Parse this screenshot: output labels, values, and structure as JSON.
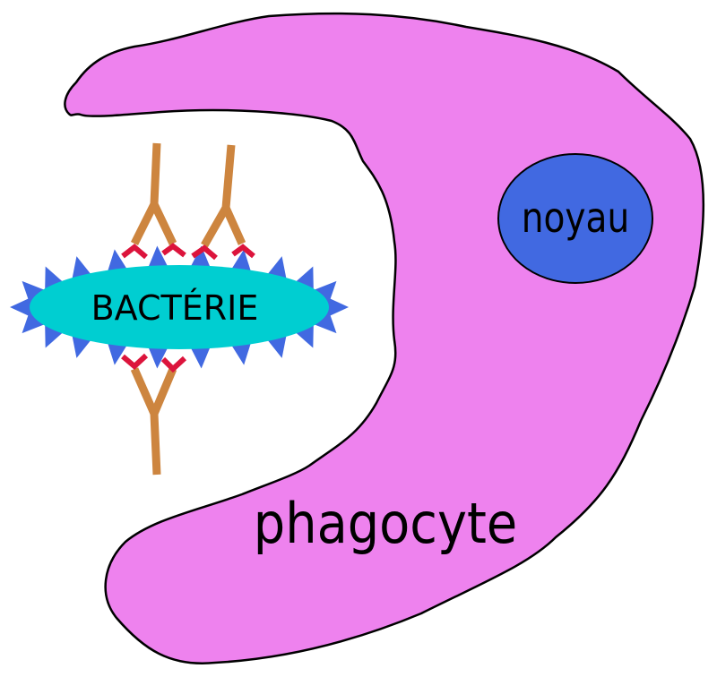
{
  "labels": {
    "bacteria": "BACTÉRIE",
    "nucleus": "noyau",
    "phagocyte": "phagocyte"
  },
  "colors": {
    "phagocyte": "#EE82EE",
    "nucleus": "#4169E1",
    "bacteria": "#00CED1",
    "antigen": "#4169E1",
    "antibody": "#CD853F",
    "antibody_tip": "#DC143C"
  }
}
